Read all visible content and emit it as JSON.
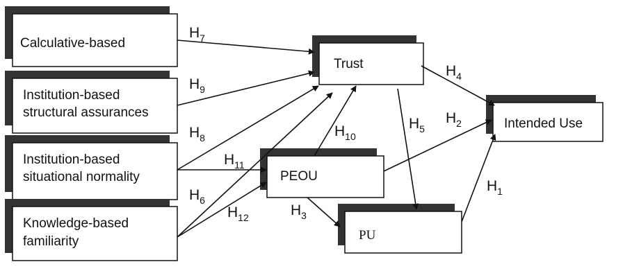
{
  "boxes": {
    "calculative": {
      "lines": [
        "Calculative-based"
      ]
    },
    "structural": {
      "lines": [
        "Institution-based",
        "structural assurances"
      ]
    },
    "situational": {
      "lines": [
        "Institution-based",
        "situational normality"
      ]
    },
    "knowledge": {
      "lines": [
        "Knowledge-based",
        "familiarity"
      ]
    },
    "trust": {
      "lines": [
        "Trust"
      ]
    },
    "peou": {
      "lines": [
        "PEOU"
      ]
    },
    "pu": {
      "lines": [
        "PU"
      ]
    },
    "intended_use": {
      "lines": [
        "Intended Use"
      ]
    }
  },
  "hypotheses": {
    "h1": {
      "base": "H",
      "sub": "1"
    },
    "h2": {
      "base": "H",
      "sub": "2"
    },
    "h3": {
      "base": "H",
      "sub": "3"
    },
    "h4": {
      "base": "H",
      "sub": "4"
    },
    "h5": {
      "base": "H",
      "sub": "5"
    },
    "h6": {
      "base": "H",
      "sub": "6"
    },
    "h7": {
      "base": "H",
      "sub": "7"
    },
    "h8": {
      "base": "H",
      "sub": "8"
    },
    "h9": {
      "base": "H",
      "sub": "9"
    },
    "h10": {
      "base": "H",
      "sub": "10"
    },
    "h11": {
      "base": "H",
      "sub": "11"
    },
    "h12": {
      "base": "H",
      "sub": "12"
    }
  },
  "colors": {
    "shadow": "#333333",
    "line": "#111111",
    "box_fill": "#ffffff"
  }
}
